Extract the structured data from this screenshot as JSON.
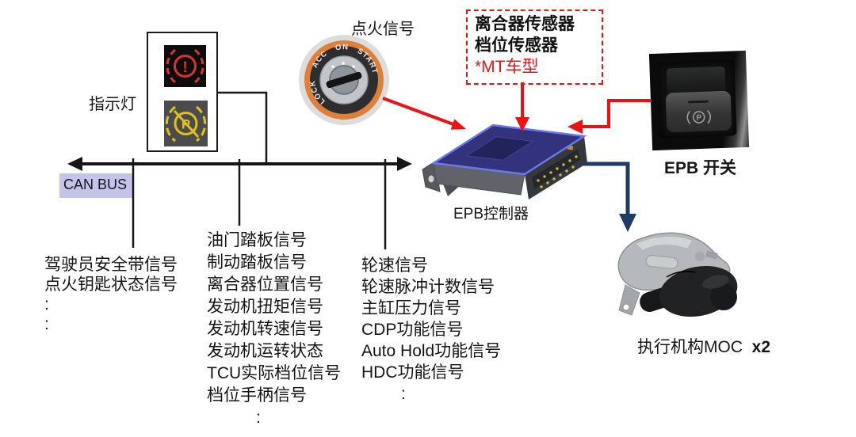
{
  "diagram": {
    "indicator_label": "指示灯",
    "ignition_label": "点火信号",
    "ignition_dial_text": "LOCK    ACC   ON   START",
    "sensor_box": {
      "line1": "离合器传感器",
      "line2": "档位传感器",
      "note": "*MT车型"
    },
    "controller_label": "EPB控制器",
    "epb_switch_label": "EPB 开关",
    "actuator_label": "执行机构MOC",
    "actuator_qty": "x2",
    "can_bus_label": "CAN BUS",
    "icons": {
      "brake_warning_glyph": "!",
      "park_fault_glyph": "P",
      "epb_button_glyph": "P"
    }
  },
  "signals": {
    "column1": [
      "驾驶员安全带信号",
      "点火钥匙状态信号",
      ":",
      ":"
    ],
    "column2": [
      "油门踏板信号",
      "制动踏板信号",
      "离合器位置信号",
      "发动机扭矩信号",
      "发动机转速信号",
      "发动机运转状态",
      "TCU实际档位信号",
      "档位手柄信号",
      ":"
    ],
    "column3": [
      "轮速信号",
      "轮速脉冲计数信号",
      "主缸压力信号",
      "CDP功能信号",
      "Auto Hold功能信号",
      "HDC功能信号",
      ":"
    ]
  },
  "colors": {
    "arrow_red": "#ee1111",
    "arrow_navy": "#1f3a63",
    "line_black": "#161616",
    "canbus_highlight": "#c6c3e8",
    "warning_red": "#d8342c",
    "warning_yellow": "#ddc11f",
    "controller_top": "#33337d",
    "controller_edge": "#6b79e8"
  }
}
